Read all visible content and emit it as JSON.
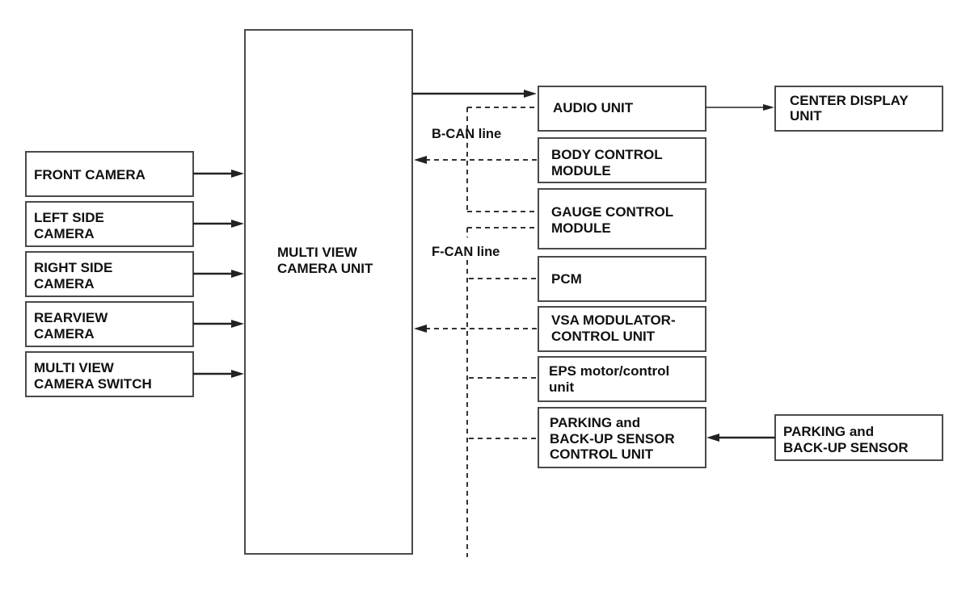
{
  "inputs": {
    "front_camera": [
      "FRONT CAMERA"
    ],
    "left_side_camera": [
      "LEFT SIDE",
      "CAMERA"
    ],
    "right_side_camera": [
      "RIGHT SIDE",
      "CAMERA"
    ],
    "rearview_camera": [
      "REARVIEW",
      "CAMERA"
    ],
    "camera_switch": [
      "MULTI VIEW",
      "CAMERA SWITCH"
    ]
  },
  "main_unit": [
    "MULTI VIEW",
    "CAMERA UNIT"
  ],
  "buses": {
    "b_can": "B-CAN line",
    "f_can": "F-CAN line"
  },
  "modules": {
    "audio_unit": [
      "AUDIO UNIT"
    ],
    "center_display": [
      "CENTER DISPLAY",
      "UNIT"
    ],
    "body_control": [
      "BODY CONTROL",
      "MODULE"
    ],
    "gauge_control": [
      "GAUGE CONTROL",
      "MODULE"
    ],
    "pcm": [
      "PCM"
    ],
    "vsa": [
      "VSA MODULATOR-",
      "CONTROL UNIT"
    ],
    "eps": [
      "EPS motor/control",
      "unit"
    ],
    "parking_control": [
      "PARKING and",
      "BACK-UP SENSOR",
      "CONTROL UNIT"
    ],
    "parking_sensor": [
      "PARKING and",
      "BACK-UP SENSOR"
    ]
  }
}
